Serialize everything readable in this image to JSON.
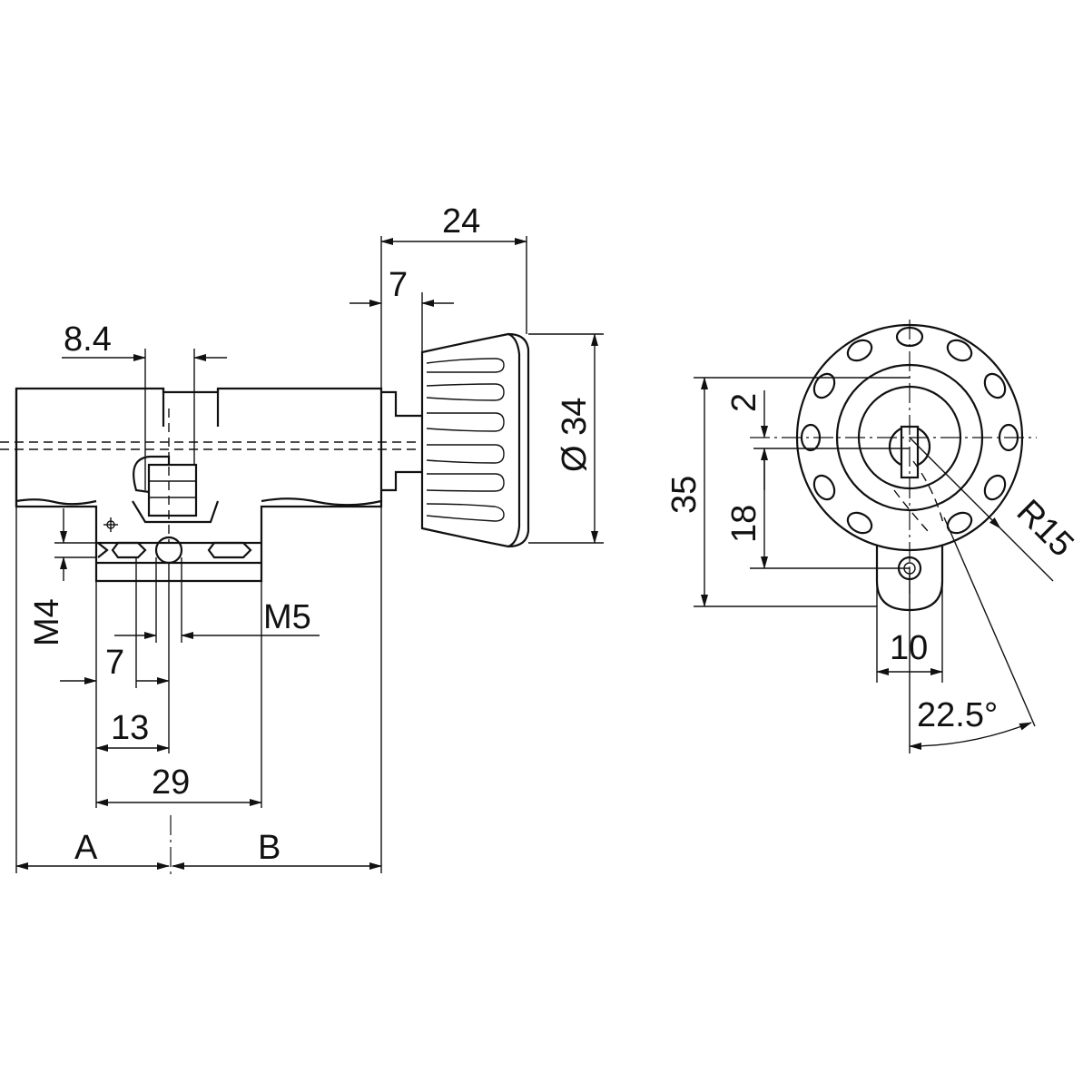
{
  "drawing": {
    "side_view": {
      "overall_length_right": "24",
      "knob_neck": "7",
      "cam_slot": "8.4",
      "knob_diameter": "Ø 34",
      "screw_small": "M4",
      "screw_large": "M5",
      "dim_7": "7",
      "dim_13": "13",
      "dim_29": "29",
      "length_a": "A",
      "length_b": "B"
    },
    "front_view": {
      "height_35": "35",
      "offset_2": "2",
      "offset_18": "18",
      "cam_width_10": "10",
      "radius": "R15",
      "angle": "22.5°"
    }
  }
}
